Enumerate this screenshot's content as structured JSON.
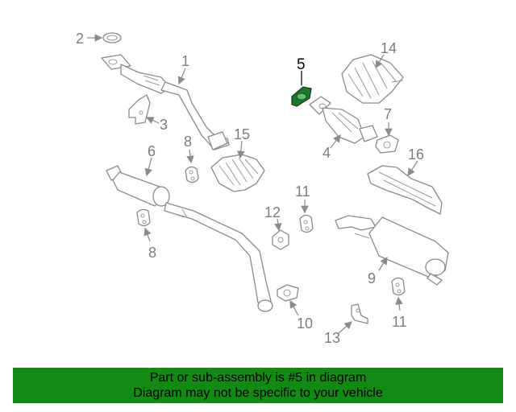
{
  "diagram": {
    "callouts": {
      "n1": "1",
      "n2": "2",
      "n3": "3",
      "n4": "4",
      "n5": "5",
      "n6": "6",
      "n7": "7",
      "n8a": "8",
      "n8b": "8",
      "n9": "9",
      "n10": "10",
      "n11a": "11",
      "n11b": "11",
      "n12": "12",
      "n13": "13",
      "n14": "14",
      "n15": "15",
      "n16": "16"
    },
    "highlight_color": "#1a7a2a"
  },
  "footer": {
    "line1": "Part or sub-assembly is #5 in diagram",
    "line2": "Diagram may not be specific to your vehicle",
    "background": "#138a13"
  }
}
